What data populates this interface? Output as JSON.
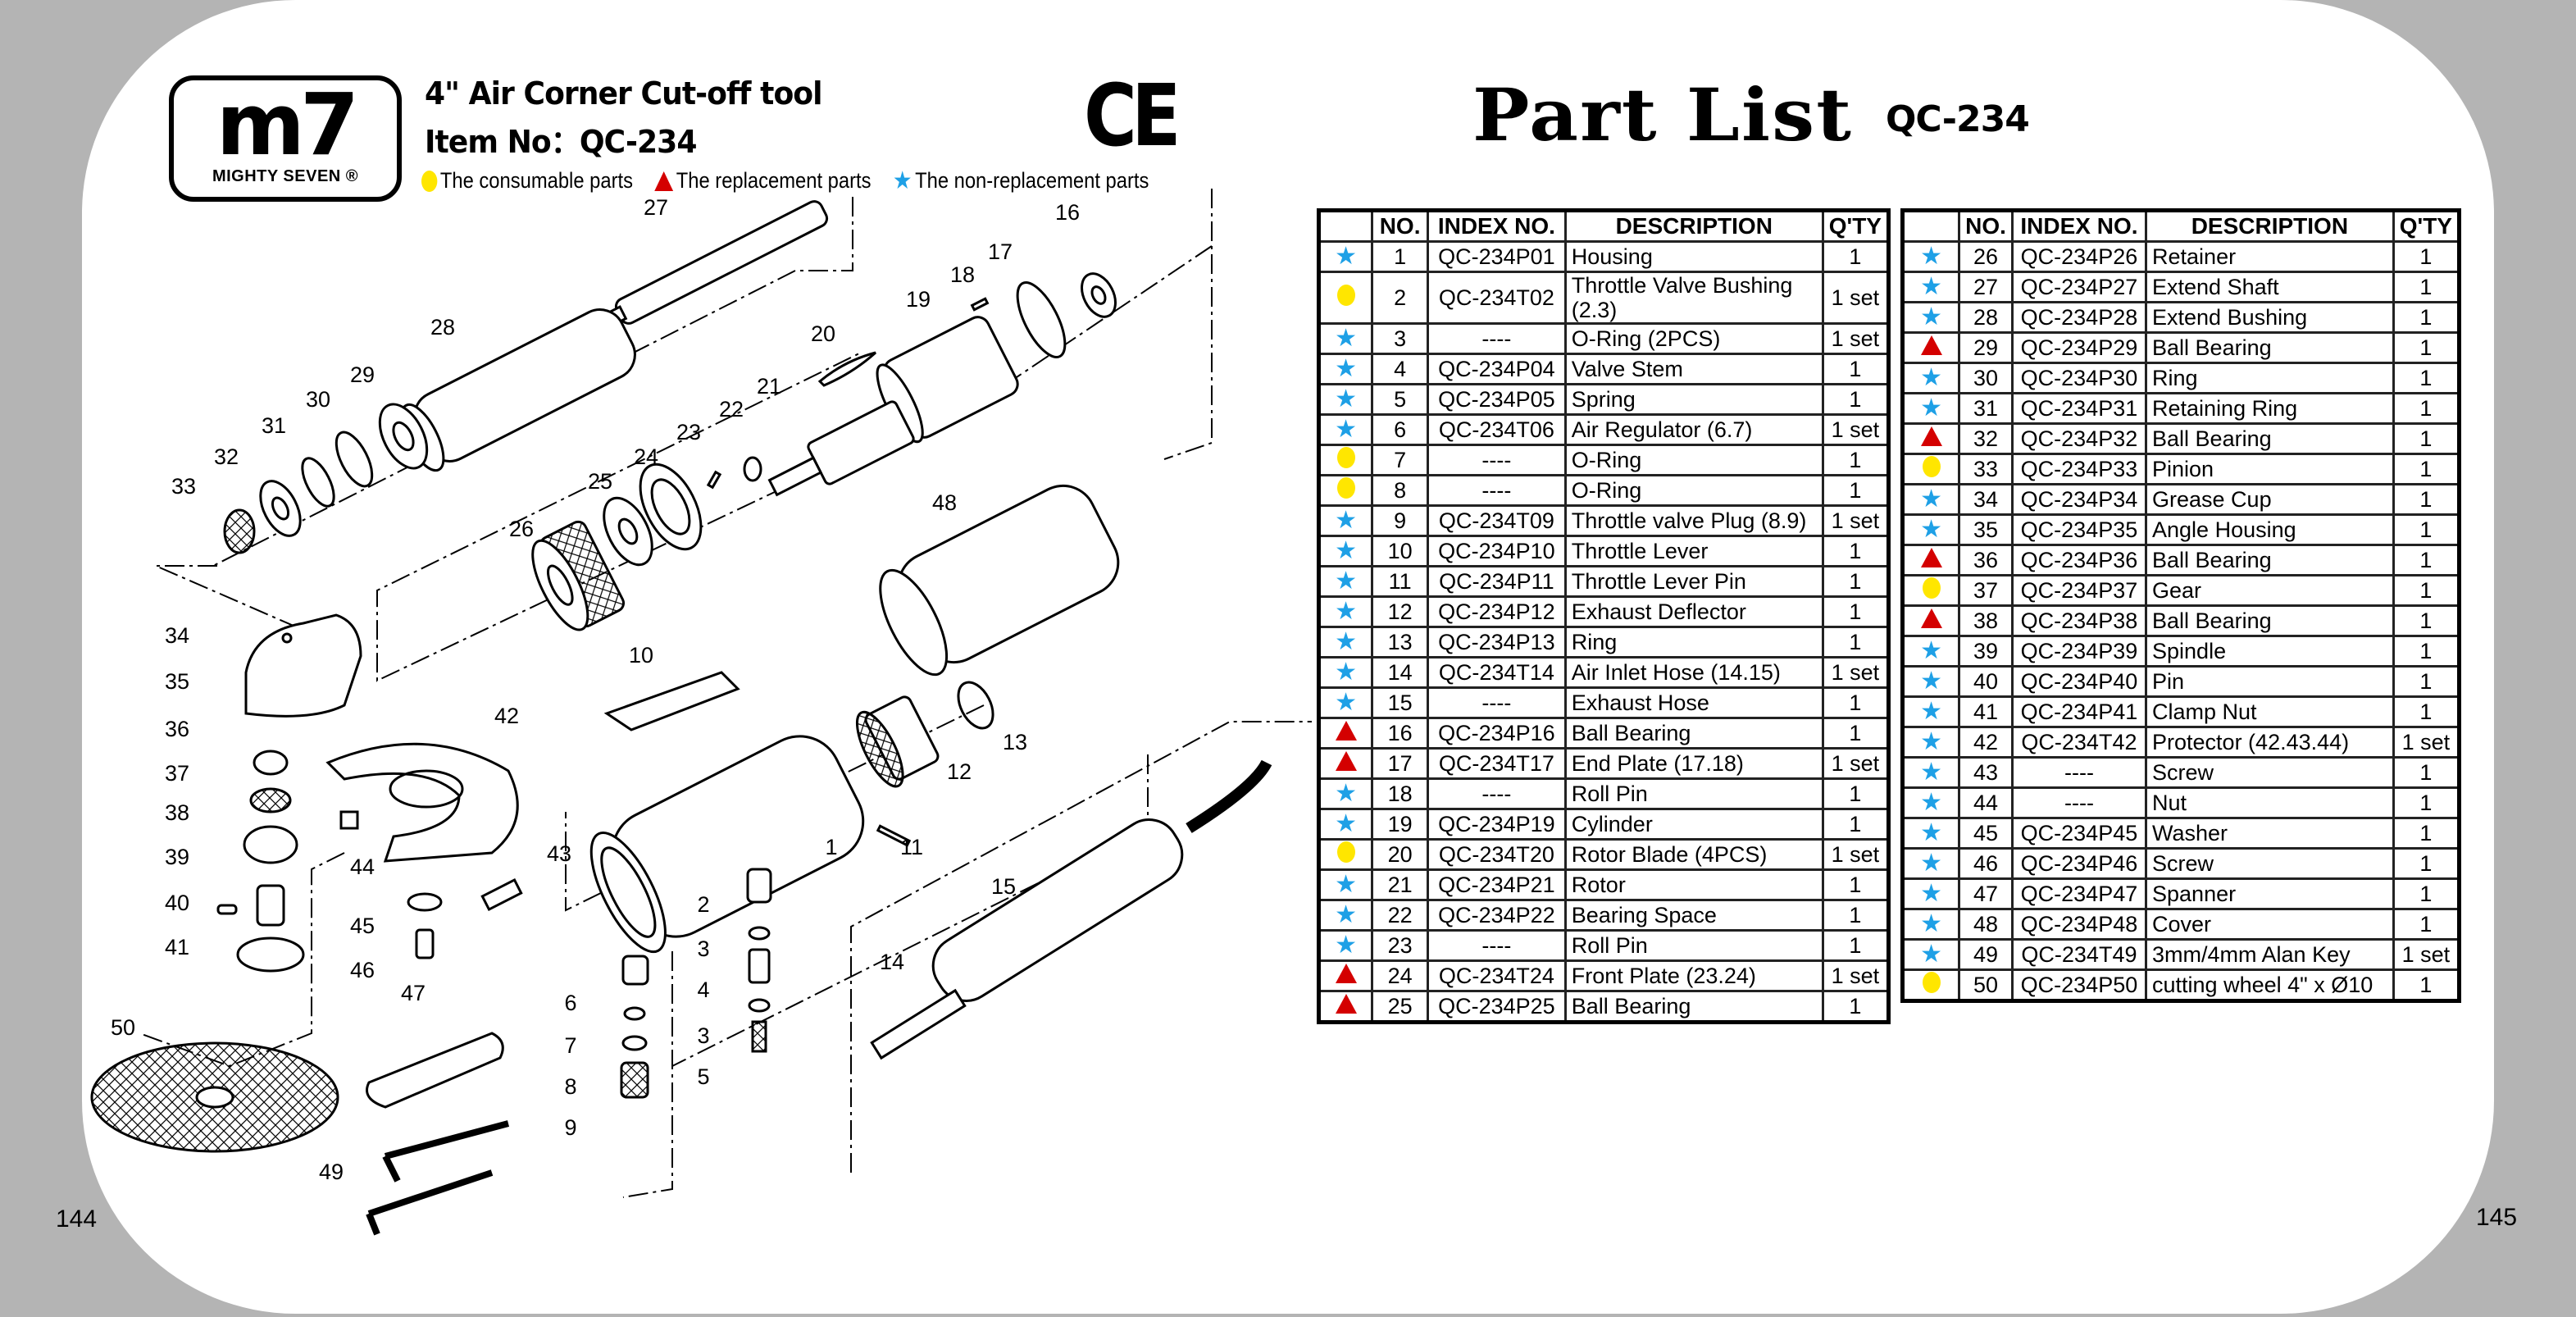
{
  "header": {
    "logo_mark": "m7",
    "logo_brand": "MIGHTY SEVEN ®",
    "title": "4\" Air Corner Cut-off tool",
    "item_no": "Item No：QC-234",
    "ce_mark": "CE"
  },
  "legend": [
    {
      "icon": "circle",
      "label": "The consumable parts"
    },
    {
      "icon": "triangle",
      "label": "The replacement parts"
    },
    {
      "icon": "star",
      "label": "The non-replacement parts"
    }
  ],
  "colors": {
    "circle": "#ffe600",
    "triangle": "#d40000",
    "star": "#1ea0e6",
    "background": "#b4b4b4"
  },
  "part_list": {
    "title": "Part List",
    "code": "QC-234",
    "columns": [
      "",
      "NO.",
      "INDEX NO.",
      "DESCRIPTION",
      "Q'TY"
    ],
    "left_rows": [
      {
        "icon": "star",
        "no": "1",
        "index": "QC-234P01",
        "desc": "Housing",
        "qty": "1"
      },
      {
        "icon": "circle",
        "no": "2",
        "index": "QC-234T02",
        "desc": "Throttle Valve Bushing (2.3)",
        "qty": "1 set"
      },
      {
        "icon": "star",
        "no": "3",
        "index": "----",
        "desc": "O-Ring (2PCS)",
        "qty": "1 set"
      },
      {
        "icon": "star",
        "no": "4",
        "index": "QC-234P04",
        "desc": "Valve Stem",
        "qty": "1"
      },
      {
        "icon": "star",
        "no": "5",
        "index": "QC-234P05",
        "desc": "Spring",
        "qty": "1"
      },
      {
        "icon": "star",
        "no": "6",
        "index": "QC-234T06",
        "desc": "Air Regulator (6.7)",
        "qty": "1 set"
      },
      {
        "icon": "circle",
        "no": "7",
        "index": "----",
        "desc": "O-Ring",
        "qty": "1"
      },
      {
        "icon": "circle",
        "no": "8",
        "index": "----",
        "desc": "O-Ring",
        "qty": "1"
      },
      {
        "icon": "star",
        "no": "9",
        "index": "QC-234T09",
        "desc": "Throttle valve Plug (8.9)",
        "qty": "1 set"
      },
      {
        "icon": "star",
        "no": "10",
        "index": "QC-234P10",
        "desc": "Throttle Lever",
        "qty": "1"
      },
      {
        "icon": "star",
        "no": "11",
        "index": "QC-234P11",
        "desc": "Throttle Lever Pin",
        "qty": "1"
      },
      {
        "icon": "star",
        "no": "12",
        "index": "QC-234P12",
        "desc": "Exhaust Deflector",
        "qty": "1"
      },
      {
        "icon": "star",
        "no": "13",
        "index": "QC-234P13",
        "desc": "Ring",
        "qty": "1"
      },
      {
        "icon": "star",
        "no": "14",
        "index": "QC-234T14",
        "desc": "Air Inlet Hose (14.15)",
        "qty": "1 set"
      },
      {
        "icon": "star",
        "no": "15",
        "index": "----",
        "desc": "Exhaust Hose",
        "qty": "1"
      },
      {
        "icon": "triangle",
        "no": "16",
        "index": "QC-234P16",
        "desc": "Ball Bearing",
        "qty": "1"
      },
      {
        "icon": "triangle",
        "no": "17",
        "index": "QC-234T17",
        "desc": "End Plate (17.18)",
        "qty": "1 set"
      },
      {
        "icon": "star",
        "no": "18",
        "index": "----",
        "desc": "Roll Pin",
        "qty": "1"
      },
      {
        "icon": "star",
        "no": "19",
        "index": "QC-234P19",
        "desc": "Cylinder",
        "qty": "1"
      },
      {
        "icon": "circle",
        "no": "20",
        "index": "QC-234T20",
        "desc": "Rotor Blade (4PCS)",
        "qty": "1 set"
      },
      {
        "icon": "star",
        "no": "21",
        "index": "QC-234P21",
        "desc": "Rotor",
        "qty": "1"
      },
      {
        "icon": "star",
        "no": "22",
        "index": "QC-234P22",
        "desc": "Bearing Space",
        "qty": "1"
      },
      {
        "icon": "star",
        "no": "23",
        "index": "----",
        "desc": "Roll Pin",
        "qty": "1"
      },
      {
        "icon": "triangle",
        "no": "24",
        "index": "QC-234T24",
        "desc": "Front Plate (23.24)",
        "qty": "1 set"
      },
      {
        "icon": "triangle",
        "no": "25",
        "index": "QC-234P25",
        "desc": "Ball Bearing",
        "qty": "1"
      }
    ],
    "right_rows": [
      {
        "icon": "star",
        "no": "26",
        "index": "QC-234P26",
        "desc": "Retainer",
        "qty": "1"
      },
      {
        "icon": "star",
        "no": "27",
        "index": "QC-234P27",
        "desc": "Extend Shaft",
        "qty": "1"
      },
      {
        "icon": "star",
        "no": "28",
        "index": "QC-234P28",
        "desc": "Extend Bushing",
        "qty": "1"
      },
      {
        "icon": "triangle",
        "no": "29",
        "index": "QC-234P29",
        "desc": "Ball Bearing",
        "qty": "1"
      },
      {
        "icon": "star",
        "no": "30",
        "index": "QC-234P30",
        "desc": "Ring",
        "qty": "1"
      },
      {
        "icon": "star",
        "no": "31",
        "index": "QC-234P31",
        "desc": "Retaining Ring",
        "qty": "1"
      },
      {
        "icon": "triangle",
        "no": "32",
        "index": "QC-234P32",
        "desc": "Ball Bearing",
        "qty": "1"
      },
      {
        "icon": "circle",
        "no": "33",
        "index": "QC-234P33",
        "desc": "Pinion",
        "qty": "1"
      },
      {
        "icon": "star",
        "no": "34",
        "index": "QC-234P34",
        "desc": "Grease Cup",
        "qty": "1"
      },
      {
        "icon": "star",
        "no": "35",
        "index": "QC-234P35",
        "desc": "Angle Housing",
        "qty": "1"
      },
      {
        "icon": "triangle",
        "no": "36",
        "index": "QC-234P36",
        "desc": "Ball Bearing",
        "qty": "1"
      },
      {
        "icon": "circle",
        "no": "37",
        "index": "QC-234P37",
        "desc": "Gear",
        "qty": "1"
      },
      {
        "icon": "triangle",
        "no": "38",
        "index": "QC-234P38",
        "desc": "Ball Bearing",
        "qty": "1"
      },
      {
        "icon": "star",
        "no": "39",
        "index": "QC-234P39",
        "desc": "Spindle",
        "qty": "1"
      },
      {
        "icon": "star",
        "no": "40",
        "index": "QC-234P40",
        "desc": "Pin",
        "qty": "1"
      },
      {
        "icon": "star",
        "no": "41",
        "index": "QC-234P41",
        "desc": "Clamp Nut",
        "qty": "1"
      },
      {
        "icon": "star",
        "no": "42",
        "index": "QC-234T42",
        "desc": "Protector (42.43.44)",
        "qty": "1 set"
      },
      {
        "icon": "star",
        "no": "43",
        "index": "----",
        "desc": "Screw",
        "qty": "1"
      },
      {
        "icon": "star",
        "no": "44",
        "index": "----",
        "desc": "Nut",
        "qty": "1"
      },
      {
        "icon": "star",
        "no": "45",
        "index": "QC-234P45",
        "desc": "Washer",
        "qty": "1"
      },
      {
        "icon": "star",
        "no": "46",
        "index": "QC-234P46",
        "desc": "Screw",
        "qty": "1"
      },
      {
        "icon": "star",
        "no": "47",
        "index": "QC-234P47",
        "desc": "Spanner",
        "qty": "1"
      },
      {
        "icon": "star",
        "no": "48",
        "index": "QC-234P48",
        "desc": "Cover",
        "qty": "1"
      },
      {
        "icon": "star",
        "no": "49",
        "index": "QC-234T49",
        "desc": "3mm/4mm Alan Key",
        "qty": "1 set"
      },
      {
        "icon": "circle",
        "no": "50",
        "index": "QC-234P50",
        "desc": "cutting wheel 4\" x Ø10",
        "qty": "1"
      }
    ]
  },
  "diagram": {
    "callouts": [
      "27",
      "16",
      "18",
      "17",
      "19",
      "28",
      "20",
      "29",
      "30",
      "21",
      "22",
      "23",
      "31",
      "32",
      "24",
      "33",
      "25",
      "48",
      "26",
      "34",
      "10",
      "35",
      "42",
      "36",
      "13",
      "12",
      "37",
      "38",
      "44",
      "11",
      "1",
      "43",
      "39",
      "2",
      "40",
      "45",
      "15",
      "3",
      "41",
      "46",
      "14",
      "47",
      "6",
      "4",
      "3",
      "7",
      "50",
      "8",
      "5",
      "9",
      "49"
    ]
  },
  "page_numbers": {
    "left": "144",
    "right": "145"
  }
}
